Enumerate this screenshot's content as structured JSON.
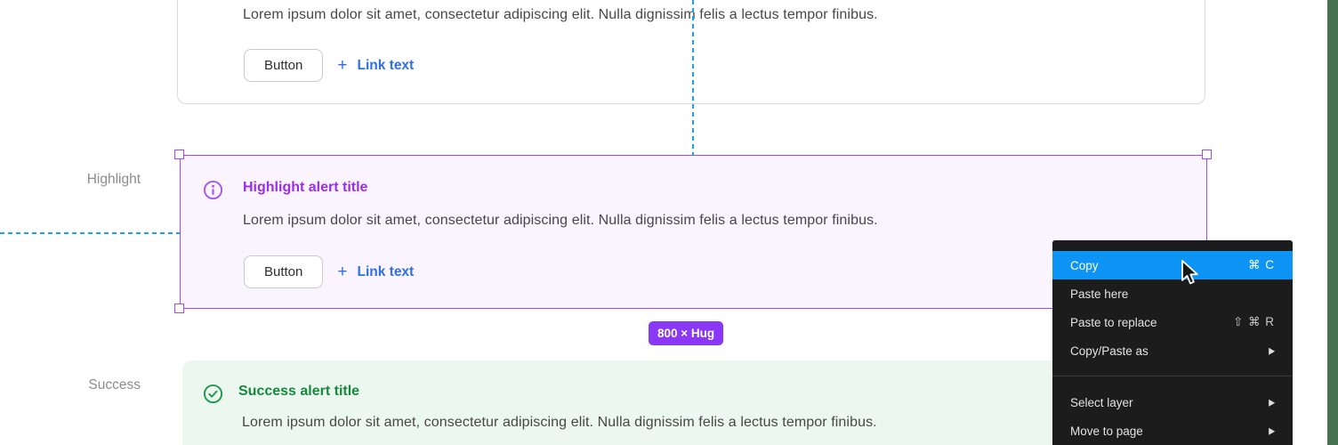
{
  "labels": {
    "highlight": "Highlight",
    "success": "Success"
  },
  "top_alert": {
    "body": "Lorem ipsum dolor sit amet, consectetur adipiscing elit. Nulla dignissim felis a lectus tempor finibus.",
    "button": "Button",
    "plus": "+",
    "link": "Link text"
  },
  "highlight_alert": {
    "title": "Highlight alert title",
    "body": "Lorem ipsum dolor sit amet, consectetur adipiscing elit. Nulla dignissim felis a lectus tempor finibus.",
    "button": "Button",
    "plus": "+",
    "link": "Link text",
    "title_color": "#9a2ee8",
    "background_color": "#faf4fe"
  },
  "success_alert": {
    "title": "Success alert title",
    "body": "Lorem ipsum dolor sit amet, consectetur adipiscing elit. Nulla dignissim felis a lectus tempor finibus.",
    "title_color": "#148a3c",
    "background_color": "#ecf7ef"
  },
  "selection": {
    "size_badge": "800 × Hug",
    "accent_color": "#9c4df2",
    "badge_color": "#8a38f5",
    "guide_color": "#1f9ff2"
  },
  "context_menu": {
    "background_color": "#1c1c1c",
    "highlight_color": "#0d94f5",
    "submenu_arrow": "▶",
    "items": [
      {
        "label": "Copy",
        "shortcut": "⌘ C",
        "highlighted": true
      },
      {
        "label": "Paste here",
        "shortcut": ""
      },
      {
        "label": "Paste to replace",
        "shortcut": "⇧ ⌘ R"
      },
      {
        "label": "Copy/Paste as",
        "shortcut": ""
      },
      {
        "label": "Select layer",
        "shortcut": ""
      },
      {
        "label": "Move to page",
        "shortcut": ""
      }
    ]
  },
  "page": {
    "right_strip_color": "#48714f"
  }
}
